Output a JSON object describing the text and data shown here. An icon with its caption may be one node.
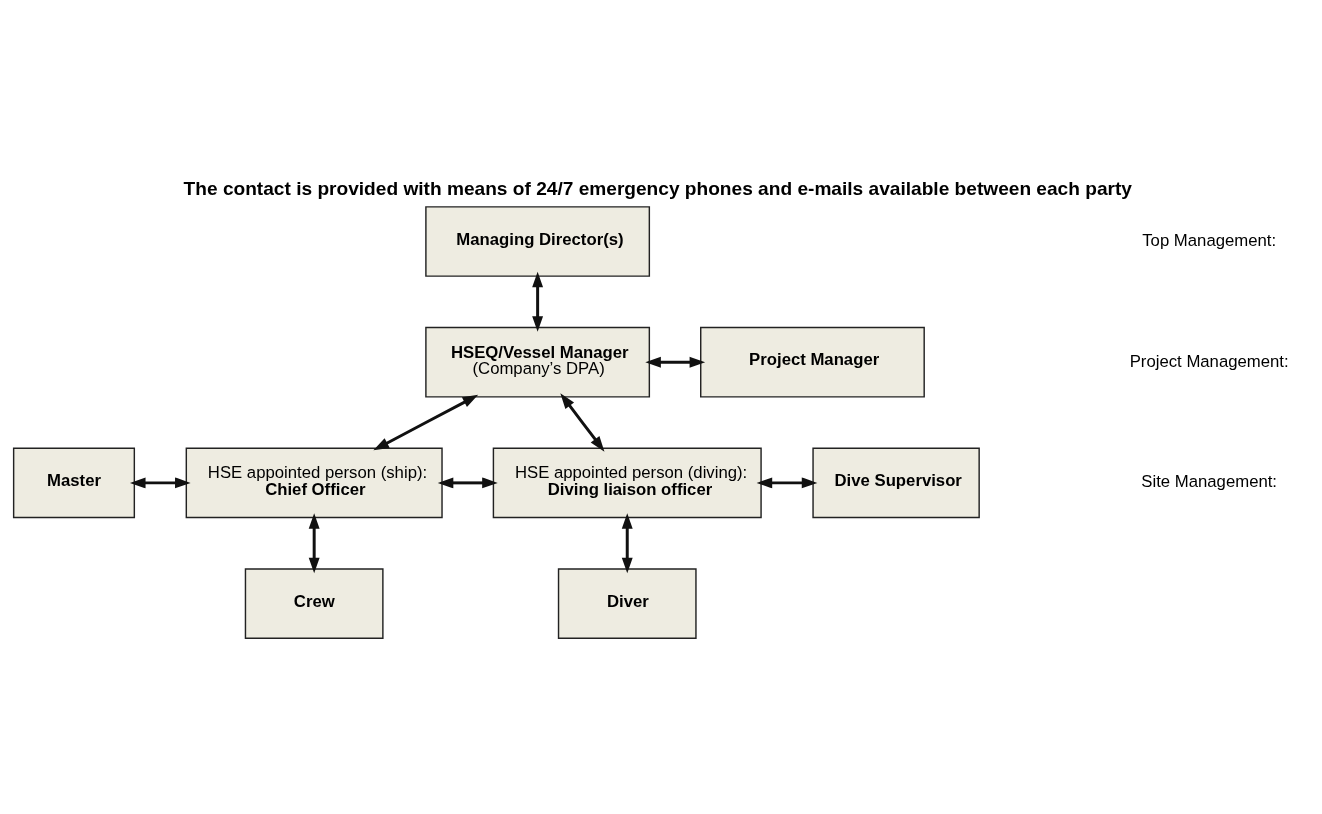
{
  "diagram": {
    "title": "The contact is provided with means of 24/7 emergency phones and e-mails available between each party",
    "nodes": [
      {
        "text": [
          "Managing Director(s)"
        ]
      },
      {
        "text": [
          "HSEQ/Vessel Manager",
          "(Company’s DPA)"
        ]
      },
      {
        "text": [
          "Project Manager"
        ]
      },
      {
        "text": [
          "Master"
        ]
      },
      {
        "text": [
          "HSE appointed person (ship):",
          "Chief Officer"
        ]
      },
      {
        "text": [
          "HSE appointed person (diving):",
          "Diving liaison officer"
        ]
      },
      {
        "text": [
          "Dive Supervisor"
        ]
      },
      {
        "text": [
          "Crew"
        ]
      },
      {
        "text": [
          "Diver"
        ]
      }
    ],
    "edges": [
      {
        "from": 0,
        "to": 1,
        "arrow": "both"
      },
      {
        "from": 1,
        "to": 2,
        "arrow": "both"
      },
      {
        "from": 1,
        "to": 4,
        "arrow": "both"
      },
      {
        "from": 1,
        "to": 5,
        "arrow": "both"
      },
      {
        "from": 3,
        "to": 4,
        "arrow": "both"
      },
      {
        "from": 4,
        "to": 5,
        "arrow": "both"
      },
      {
        "from": 5,
        "to": 6,
        "arrow": "both"
      },
      {
        "from": 4,
        "to": 7,
        "arrow": "both"
      },
      {
        "from": 5,
        "to": 8,
        "arrow": "both"
      }
    ],
    "labels": [
      "Top Management:",
      "Project Management:",
      "Site Management:"
    ]
  }
}
